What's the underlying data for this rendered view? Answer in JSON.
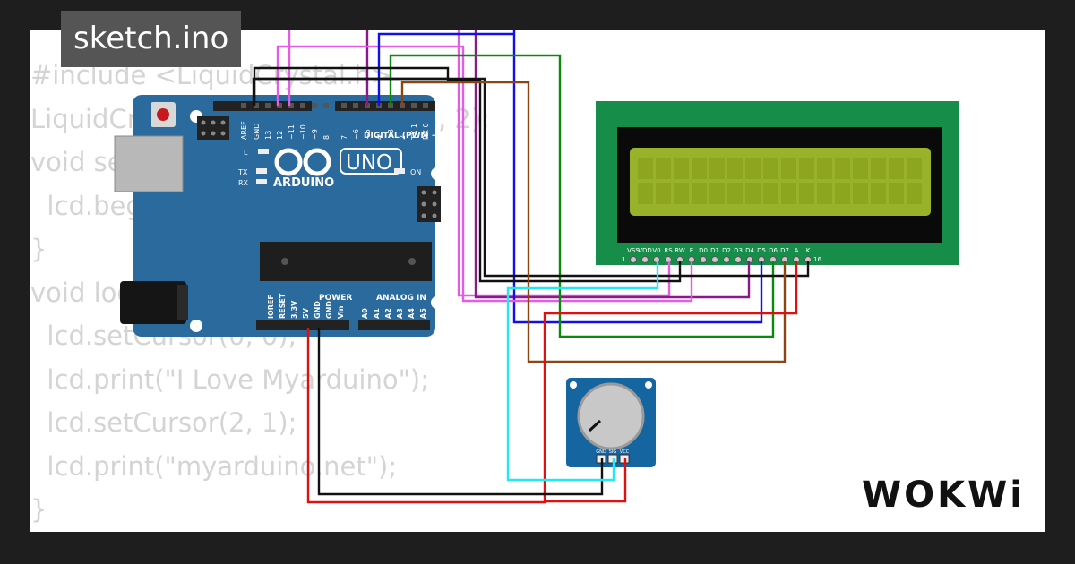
{
  "tab": {
    "filename": "sketch.ino"
  },
  "code_lines": [
    "#include <LiquidCrystal.h>",
    "LiquidCrystal lcd(12, 11, 5, 4, 3, 2);",
    "void setup() {",
    "  lcd.begin(16, 2);",
    "}",
    "void loop() {",
    "  lcd.setCursor(0, 0);",
    "  lcd.print(\"I Love Myarduino\");",
    "  lcd.setCursor(2, 1);",
    "  lcd.print(\"myarduino.net\");",
    "}"
  ],
  "arduino": {
    "logo_text": "ARDUINO",
    "model": "UNO",
    "digital_label": "DIGITAL (PWM ~)",
    "power_label": "POWER",
    "analog_label": "ANALOG IN",
    "on_label": "ON",
    "l_label": "L",
    "tx_label": "TX",
    "rx_label": "RX",
    "top_pins": [
      "AREF",
      "GND",
      "13",
      "12",
      "~11",
      "~10",
      "~9",
      "8",
      "7",
      "~6",
      "~5",
      "4",
      "~3",
      "2",
      "TX 1",
      "RX 0"
    ],
    "power_pins": [
      "IOREF",
      "RESET",
      "3.3V",
      "5V",
      "GND",
      "GND",
      "Vin"
    ],
    "analog_pins": [
      "A0",
      "A1",
      "A2",
      "A3",
      "A4",
      "A5"
    ]
  },
  "lcd": {
    "pins": [
      "VSS",
      "VDD",
      "V0",
      "RS",
      "RW",
      "E",
      "D0",
      "D1",
      "D2",
      "D3",
      "D4",
      "D5",
      "D6",
      "D7",
      "A",
      "K"
    ],
    "first_pin_number": "1",
    "last_pin_number": "16",
    "bg_color": "#98b22a",
    "board_color": "#168e4a"
  },
  "potentiometer": {
    "pins": [
      "GND",
      "SIG",
      "VCC"
    ],
    "board_color": "#1565a0"
  },
  "brand": {
    "logo_text": "WOKWi"
  },
  "colors": {
    "wire_pink": "#e45ce6",
    "wire_purple": "#8a1a8a",
    "wire_blue": "#1010ee",
    "wire_green": "#0a8a0a",
    "wire_brown": "#8b4513",
    "wire_black": "#111111",
    "wire_cyan": "#22e8f2",
    "wire_red": "#e01010",
    "arduino_board": "#2b6a9c"
  }
}
